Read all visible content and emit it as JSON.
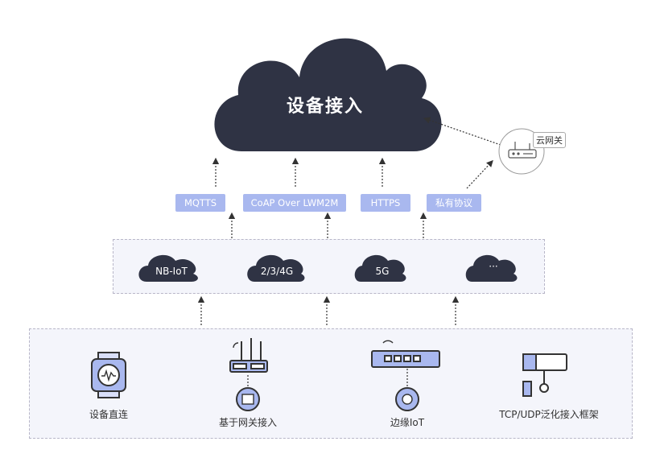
{
  "main_cloud": {
    "label": "设备接入"
  },
  "gateway": {
    "label": "云网关"
  },
  "protocols": [
    "MQTTS",
    "CoAP Over LWM2M",
    "HTTPS",
    "私有协议"
  ],
  "networks": [
    "NB-IoT",
    "2/3/4G",
    "5G",
    "···"
  ],
  "devices": [
    {
      "label": "设备直连",
      "icon": "smartwatch-icon"
    },
    {
      "label": "基于网关接入",
      "icon": "gateway-router-icon"
    },
    {
      "label": "边缘IoT",
      "icon": "edge-switch-icon"
    },
    {
      "label": "TCP/UDP泛化接入框架",
      "icon": "camera-icon"
    }
  ],
  "colors": {
    "cloud": "#2f3344",
    "pill": "#a9b8ef",
    "accent": "#6f82df",
    "panel": "#f4f5fb"
  }
}
